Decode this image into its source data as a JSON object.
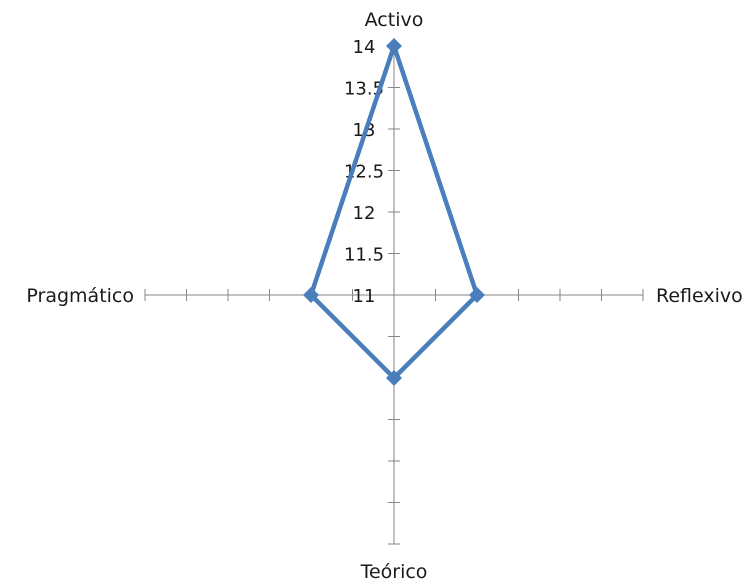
{
  "chart_data": {
    "type": "radar",
    "title": "",
    "categories": [
      "Activo",
      "Reflexivo",
      "Teórico",
      "Pragmático"
    ],
    "series": [
      {
        "values": [
          14,
          12,
          12,
          12
        ]
      }
    ],
    "radial_axis": {
      "min": 11,
      "max": 14,
      "major_unit": 0.5,
      "tick_labels": [
        "11",
        "11.5",
        "12",
        "12.5",
        "13",
        "13.5",
        "14"
      ]
    },
    "colors": {
      "series": "#4a7ebb",
      "axis": "#868686",
      "text": "#1a1a1a"
    },
    "legend": "none",
    "marker": "diamond"
  }
}
